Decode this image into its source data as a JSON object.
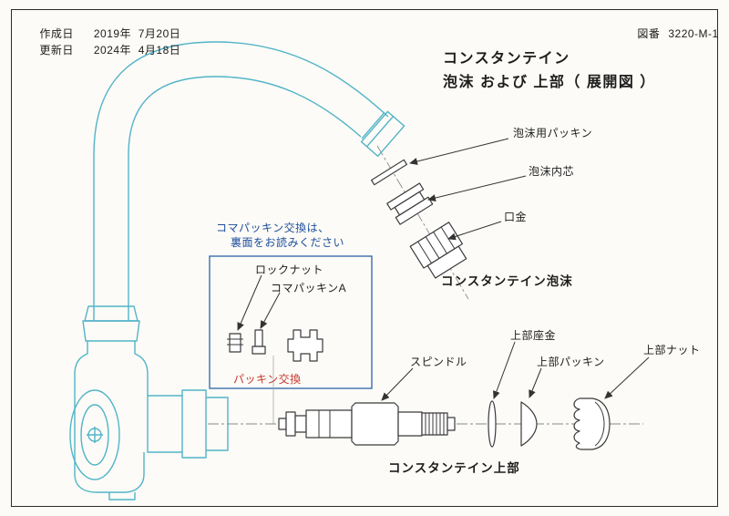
{
  "colors": {
    "paper": "#fcfbf7",
    "frame": "#2b2b2b",
    "faucet": "#52b4c8",
    "ink": "#3a3a3a",
    "note_blue": "#1c4f9c",
    "alert_red": "#c5372d",
    "box_border": "#3a6fae",
    "centerline": "#8a8a8a"
  },
  "header": {
    "created_label": "作成日",
    "created_value": "2019年  7月20日",
    "updated_label": "更新日",
    "updated_value": "2024年  4月18日",
    "drawing_label": "図番",
    "drawing_value": "3220-M-1"
  },
  "title": {
    "line1": "コンスタンテイン",
    "line2": "泡沫 および 上部（ 展開図 ）"
  },
  "aerator": {
    "packing": "泡沫用パッキン",
    "inner_core": "泡沫内芯",
    "cap": "口金",
    "caption": "コンスタンテイン泡沫"
  },
  "koma": {
    "note1": "コマパッキン交換は、",
    "note2": "裏面をお読みください",
    "locknut": "ロックナット",
    "packing_a": "コマパッキンA",
    "replace": "パッキン交換"
  },
  "upper": {
    "spindle": "スピンドル",
    "washer": "上部座金",
    "packing": "上部パッキン",
    "nut": "上部ナット",
    "caption": "コンスタンテイン上部"
  }
}
